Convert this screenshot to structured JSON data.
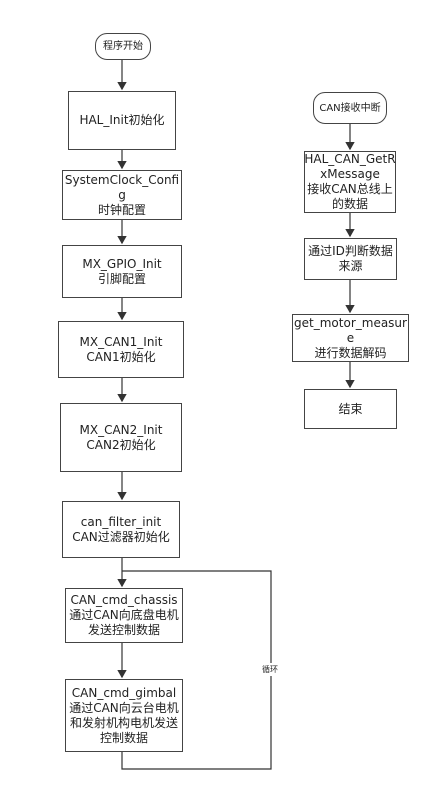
{
  "main_flow": {
    "start": "程序开始",
    "steps": [
      {
        "lines": [
          "HAL_Init初始化"
        ]
      },
      {
        "lines": [
          "SystemClock_Confi",
          "g",
          "时钟配置"
        ]
      },
      {
        "lines": [
          "MX_GPIO_Init",
          "引脚配置"
        ]
      },
      {
        "lines": [
          "MX_CAN1_Init",
          "CAN1初始化"
        ]
      },
      {
        "lines": [
          "MX_CAN2_Init",
          "CAN2初始化"
        ]
      },
      {
        "lines": [
          "can_filter_init",
          "CAN过滤器初始化"
        ]
      },
      {
        "lines": [
          "CAN_cmd_chassis",
          "通过CAN向底盘电机",
          "发送控制数据"
        ]
      },
      {
        "lines": [
          "CAN_cmd_gimbal",
          "通过CAN向云台电机",
          "和发射机构电机发送",
          "控制数据"
        ]
      }
    ],
    "loop_label": "循环"
  },
  "interrupt_flow": {
    "start": "CAN接收中断",
    "steps": [
      {
        "lines": [
          "HAL_CAN_GetR",
          "xMessage",
          "接收CAN总线上",
          "的数据"
        ]
      },
      {
        "lines": [
          "通过ID判断数据",
          "来源"
        ]
      },
      {
        "lines": [
          "get_motor_measur",
          "e",
          "进行数据解码"
        ]
      },
      {
        "lines": [
          "结束"
        ]
      }
    ]
  }
}
